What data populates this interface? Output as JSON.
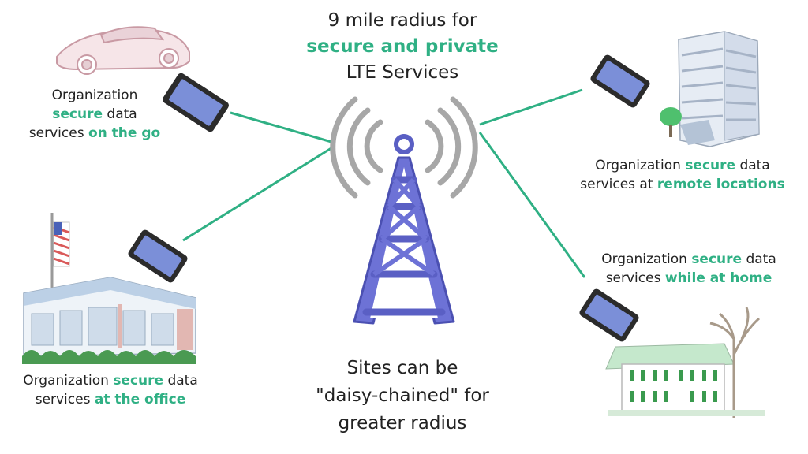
{
  "header": {
    "line1": "9 mile radius for",
    "line2": "secure and private",
    "line3": "LTE Services"
  },
  "captions": {
    "on_the_go": {
      "line1": "Organization",
      "hl": "secure",
      "rest1": " data",
      "pre2": "services ",
      "hl2": "on the go"
    },
    "office": {
      "pre1": "Organization ",
      "hl": "secure",
      "rest1": " data",
      "pre2": "services ",
      "hl2": "at the office"
    },
    "remote": {
      "pre1": "Organization ",
      "hl": "secure",
      "rest1": " data",
      "pre2": "services at ",
      "hl2": "remote locations"
    },
    "home": {
      "pre1": "Organization ",
      "hl": "secure",
      "rest1": " data",
      "pre2": "services ",
      "hl2": "while at home"
    }
  },
  "footer": {
    "line1": "Sites can be",
    "line2": "\"daisy-chained\" for",
    "line3": "greater radius"
  },
  "colors": {
    "accent": "#2fb084",
    "tower": "#5a5fc4",
    "signal": "#a7a7a7",
    "link_line": "#2fb084"
  },
  "icons": [
    "cell-tower-icon",
    "tablet-icon",
    "car-icon",
    "office-building-icon",
    "tower-building-icon",
    "house-icon",
    "flag-icon"
  ]
}
